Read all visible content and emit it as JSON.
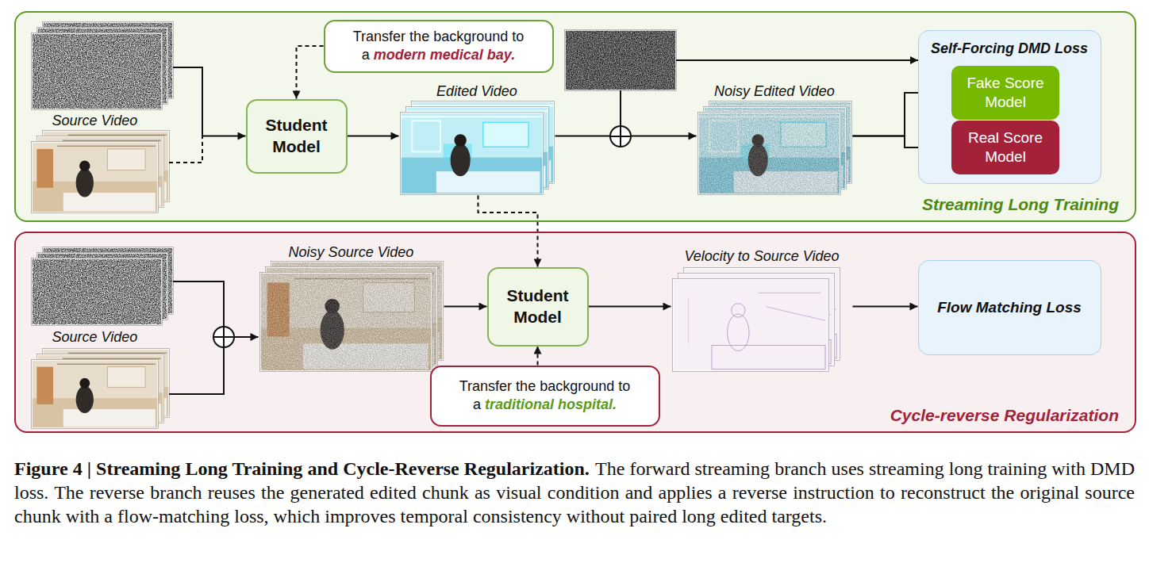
{
  "diagram": {
    "title": "Figure 4 | Streaming Long Training and Cycle-Reverse Regularization.",
    "caption": "The forward streaming branch uses streaming long training with DMD loss. The reverse branch reuses the generated edited chunk as visual condition and applies a reverse instruction to reconstruct the original source chunk with a flow-matching loss, which improves temporal consistency without paired long edited targets.",
    "nodes": [
      {
        "text": [
          "Streaming Long Training"
        ]
      },
      {
        "text": [
          "Source Video"
        ],
        "in": 0
      },
      {
        "text": [
          "Student Model"
        ],
        "in": 0
      },
      {
        "text": [
          "Transfer the background to a",
          "modern medical bay."
        ],
        "in": 0
      },
      {
        "text": [
          "Edited Video"
        ],
        "in": 0
      },
      {
        "text": [
          "Noisy Edited Video"
        ],
        "in": 0
      },
      {
        "text": [
          "Self-Forcing DMD Loss"
        ],
        "in": 0
      },
      {
        "text": [
          "Fake Score Model"
        ],
        "in": 6
      },
      {
        "text": [
          "Real Score Model"
        ],
        "in": 6
      },
      {
        "text": [
          "Cycle-reverse Regularization"
        ]
      },
      {
        "text": [
          "Source Video"
        ],
        "in": 9
      },
      {
        "text": [
          "Noisy Source Video"
        ],
        "in": 9
      },
      {
        "text": [
          "Student Model"
        ],
        "in": 9
      },
      {
        "text": [
          "Transfer the background to a",
          "traditional hospital."
        ],
        "in": 9
      },
      {
        "text": [
          "Velocity to Source Video"
        ],
        "in": 9
      },
      {
        "text": [
          "Flow Matching Loss"
        ],
        "in": 9
      }
    ],
    "edges": [
      {
        "from": 1,
        "to": 2,
        "arrow": "to"
      },
      {
        "from": 3,
        "to": 2,
        "arrow": "to"
      },
      {
        "from": 2,
        "to": 4,
        "arrow": "to"
      },
      {
        "from": 4,
        "to": 5,
        "arrow": "to"
      },
      {
        "from": 5,
        "to": 7,
        "arrow": "to"
      },
      {
        "from": 5,
        "to": 8,
        "arrow": "to"
      },
      {
        "from": 4,
        "to": 12,
        "arrow": "to"
      },
      {
        "from": 10,
        "to": 11,
        "arrow": "to"
      },
      {
        "from": 11,
        "to": 12,
        "arrow": "to"
      },
      {
        "from": 13,
        "to": 12,
        "arrow": "to"
      },
      {
        "from": 12,
        "to": 14,
        "arrow": "to"
      },
      {
        "from": 14,
        "to": 15,
        "arrow": "to"
      }
    ]
  }
}
